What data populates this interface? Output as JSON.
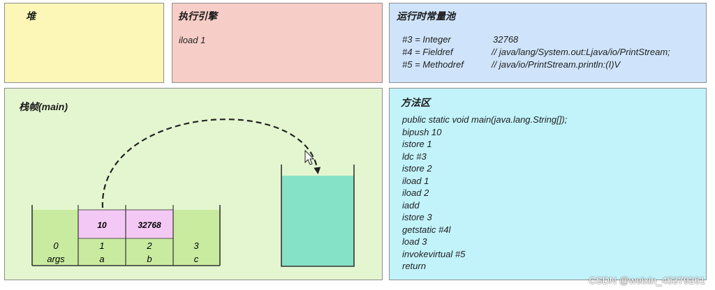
{
  "heap": {
    "title": "堆"
  },
  "engine": {
    "title": "执行引擎",
    "current_instruction": "iload 1"
  },
  "constant_pool": {
    "title": "运行时常量池",
    "entries": [
      {
        "ref": "#3 = Integer",
        "value": "32768"
      },
      {
        "ref": "#4 = Fieldref",
        "value": "// java/lang/System.out:Ljava/io/PrintStream;"
      },
      {
        "ref": "#5 = Methodref",
        "value": "// java/io/PrintStream.println:(I)V"
      }
    ]
  },
  "stack_frame": {
    "title": "栈帧(main)",
    "local_variables": [
      {
        "index": "0",
        "name": "args",
        "value": ""
      },
      {
        "index": "1",
        "name": "a",
        "value": "10"
      },
      {
        "index": "2",
        "name": "b",
        "value": "32768"
      },
      {
        "index": "3",
        "name": "c",
        "value": ""
      }
    ]
  },
  "method_area": {
    "title": "方法区",
    "instructions": [
      "public static void main(java.lang.String[]);",
      "bipush 10",
      "istore 1",
      "ldc #3",
      "istore 2",
      "iload 1",
      "iload 2",
      "iadd",
      "istore 3",
      "getstatic #4l",
      "load 3",
      "invokevirtual #5",
      "return"
    ]
  },
  "watermark": "CSDN @weixin_45379261",
  "colors": {
    "heap_bg": "#fdf7b7",
    "engine_bg": "#f7cec7",
    "pool_bg": "#cfe4fa",
    "frame_bg": "#e4f6cf",
    "method_bg": "#c2f3fb",
    "slot_fill": "#c8eba0",
    "value_cell": "#f4c8f4",
    "operand_fill": "#86e2c6"
  }
}
